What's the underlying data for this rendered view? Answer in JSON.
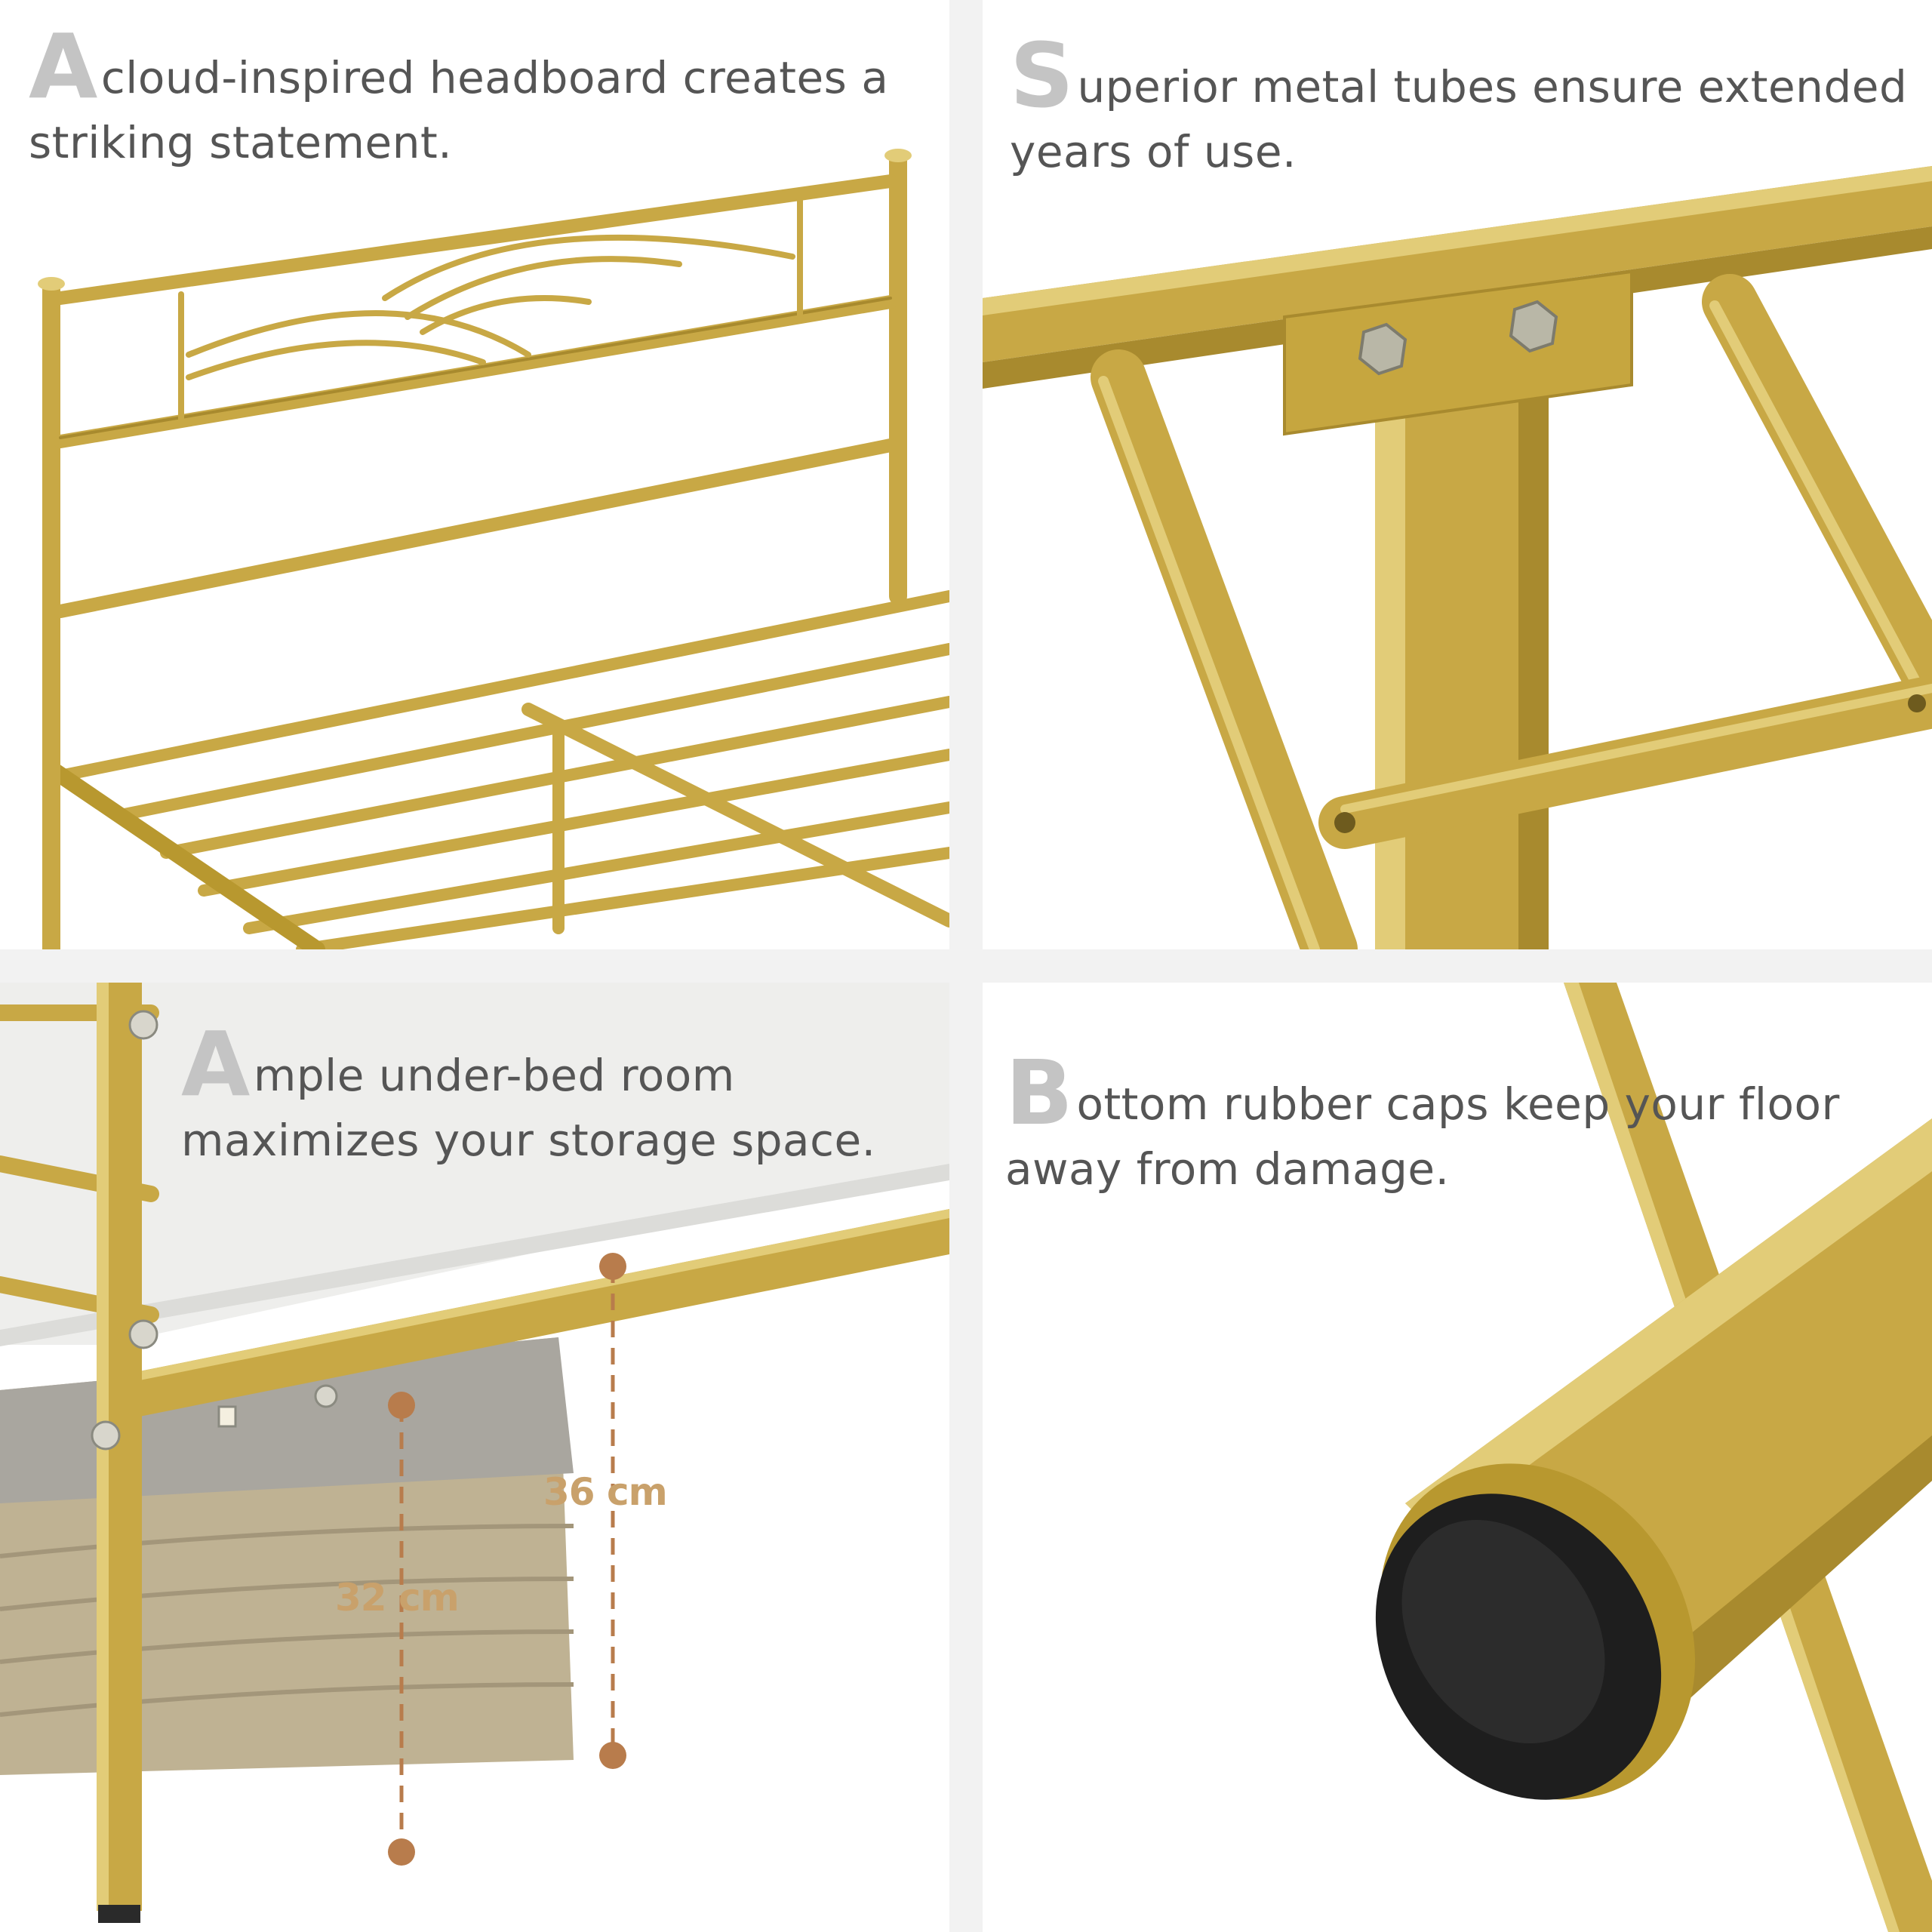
{
  "colors": {
    "gold": "#c8a845",
    "gold_dark": "#a88a2e",
    "gold_light": "#e2cc78",
    "mattress": "#eeeeec",
    "basket": "#bfb293",
    "cushion": "#a9a69f",
    "dimension_accent": "#b87c4c",
    "rubber_cap": "#1e1e1e",
    "caption_text": "#555555",
    "initial_letter": "#c4c4c4"
  },
  "panels": [
    {
      "initial": "A",
      "text": "cloud-inspired headboard creates a striking statement."
    },
    {
      "initial": "S",
      "text": "uperior metal tubes ensure extended years of use."
    },
    {
      "initial": "A",
      "text": "mple under-bed room maximizes your storage space.",
      "dimensions": {
        "frame_height": "36 cm",
        "storage_height": "32 cm"
      }
    },
    {
      "initial": "B",
      "text": "ottom rubber caps keep your floor away from damage."
    }
  ]
}
